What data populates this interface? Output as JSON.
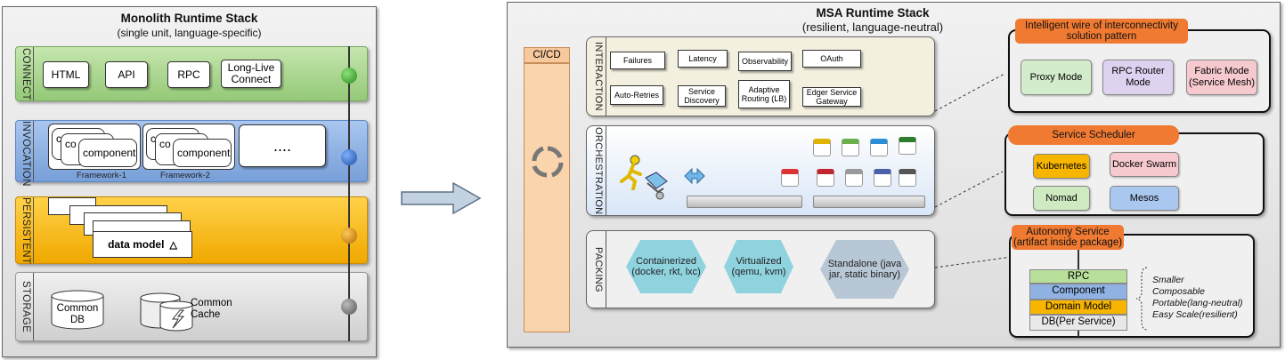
{
  "monolith": {
    "title": "Monolith Runtime Stack",
    "subtitle": "(single unit, language-specific)",
    "layers": {
      "connect": {
        "label": "CONNECT",
        "items": [
          "HTML",
          "API",
          "RPC",
          "Long-Live Connect"
        ]
      },
      "invocation": {
        "label": "INVOCATION",
        "component": "component",
        "component_stub": "co",
        "framework1": "Framework-1",
        "framework2": "Framework-2",
        "more": "...."
      },
      "persistent": {
        "label": "PERSISTENT",
        "data_model": "data model",
        "triangle": "△"
      },
      "storage": {
        "label": "STORAGE",
        "db": "Common DB",
        "cache": "Common Cache"
      }
    }
  },
  "msa": {
    "title": "MSA Runtime Stack",
    "subtitle": "(resilient, language-neutral)",
    "cicd": "CI/CD",
    "interaction": {
      "label": "INTERACTION",
      "items": [
        "Failures",
        "Latency",
        "Observability",
        "OAuth",
        "Auto-Retries",
        "Service Discovery",
        "Adaptive Routing (LB)",
        "Edger Service Gateway"
      ]
    },
    "orchestration": {
      "label": "ORCHESTRATION"
    },
    "packing": {
      "label": "PACKING",
      "items": [
        "Containerized (docker, rkt, lxc)",
        "Virtualized (qemu, kvm)",
        "Standalone (java jar, static binary)"
      ]
    }
  },
  "wire": {
    "title": "Intelligent wire of interconnectivity solution pattern",
    "modes": [
      "Proxy Mode",
      "RPC  Router Mode",
      "Fabric Mode (Service Mesh)"
    ]
  },
  "scheduler": {
    "title": "Service Scheduler",
    "items": [
      "Kubernetes",
      "Docker Swarm",
      "Nomad",
      "Mesos"
    ]
  },
  "autonomy": {
    "title": "Autonomy Service (artifact inside package)",
    "stack": [
      "RPC",
      "Component",
      "Domain Model",
      "DB(Per Service)"
    ],
    "traits": [
      "Smaller",
      "Composable",
      "Portable(lang-neutral)",
      "Easy Scale(resilient)"
    ]
  },
  "colors": {
    "connect": "#a6d68a",
    "invocation": "#8fb2e3",
    "persistent": "#f7b500",
    "storage": "#dedede",
    "accent": "#f07a31"
  }
}
